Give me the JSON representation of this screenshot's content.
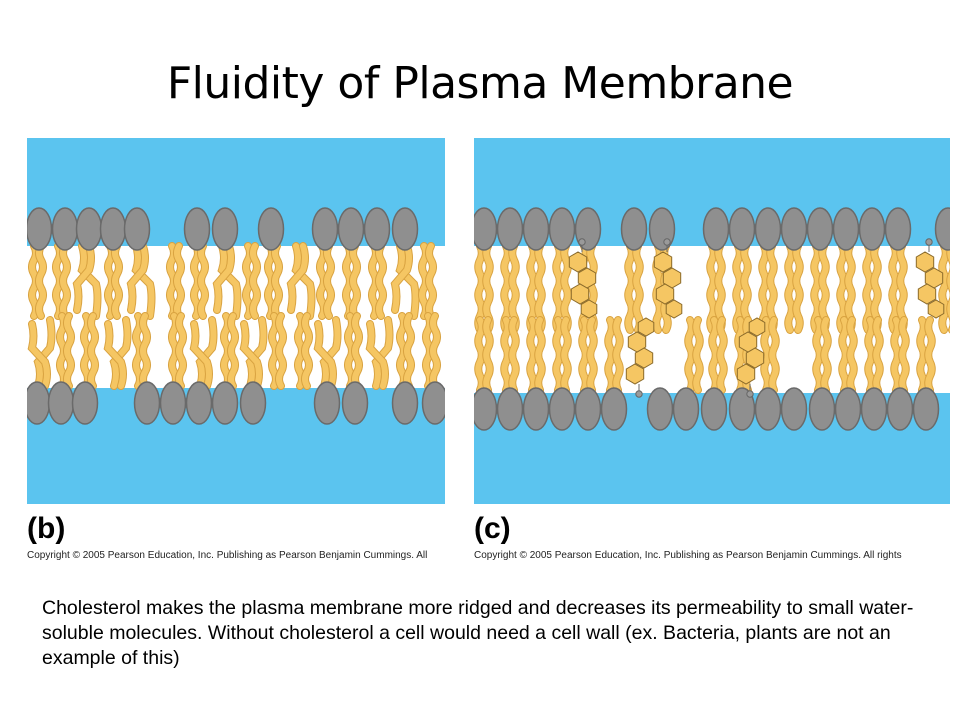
{
  "slide": {
    "title": "Fluidity of Plasma Membrane",
    "caption": "Cholesterol makes the plasma membrane more ridged and decreases its permeability to small water-soluble molecules. Without cholesterol a cell would need a cell wall (ex. Bacteria, plants are not an example of this)"
  },
  "panels": [
    {
      "label": "(b)",
      "copyright": "Copyright © 2005 Pearson Education, Inc. Publishing as Pearson Benjamin Cummings. All"
    },
    {
      "label": "(c)",
      "copyright": "Copyright © 2005 Pearson Education, Inc. Publishing as Pearson Benjamin Cummings. All rights"
    }
  ],
  "colors": {
    "water": "#5bc4ef",
    "lipid_core": "#ffffff",
    "phospholipid_head": "#8f8f8f",
    "tail": "#f5c663",
    "cholesterol": "#f5c663"
  }
}
